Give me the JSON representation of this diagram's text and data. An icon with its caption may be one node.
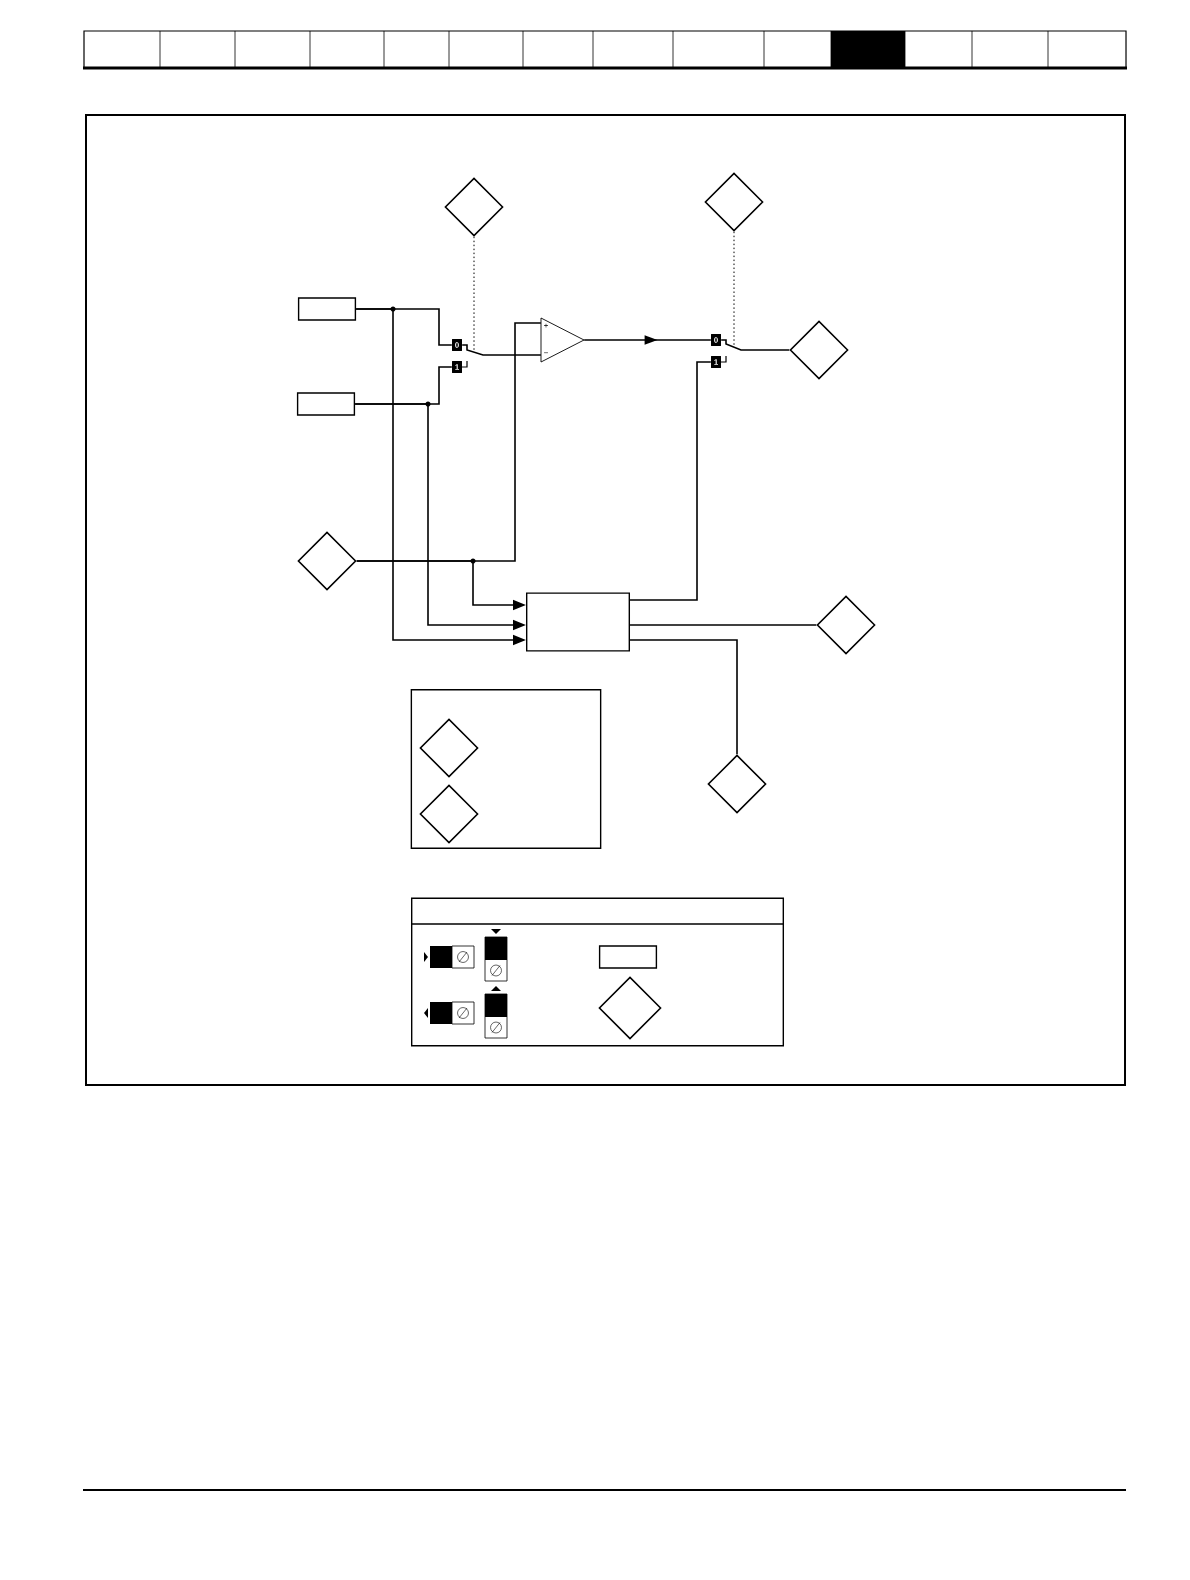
{
  "diagram": {
    "nodes": [
      {
        "text": [],
        "shape": "diamond"
      },
      {
        "text": [],
        "shape": "diamond"
      },
      {
        "text": [],
        "shape": "box"
      },
      {
        "text": [],
        "shape": "box"
      },
      {
        "text": [
          "0"
        ]
      },
      {
        "text": [
          "1"
        ]
      },
      {
        "text": [
          "+",
          "−"
        ]
      },
      {
        "text": [
          "0"
        ]
      },
      {
        "text": [
          "1"
        ]
      },
      {
        "text": [],
        "shape": "diamond"
      },
      {
        "text": [],
        "shape": "diamond"
      },
      {
        "text": [],
        "shape": "box"
      },
      {
        "text": [],
        "shape": "diamond"
      },
      {
        "text": [],
        "shape": "diamond"
      },
      {
        "text": [],
        "shape": "box"
      },
      {
        "text": [],
        "shape": "diamond",
        "in": 14
      },
      {
        "text": [],
        "shape": "diamond",
        "in": 14
      },
      {
        "text": [],
        "shape": "box"
      },
      {
        "text": [],
        "shape": "box",
        "in": 17
      },
      {
        "text": [],
        "shape": "diamond",
        "in": 17
      }
    ],
    "edges": [
      {
        "from": 0,
        "to": 4,
        "arrow": "none",
        "style": "dashed"
      },
      {
        "from": 1,
        "to": 7,
        "arrow": "none",
        "style": "dashed"
      },
      {
        "from": 2,
        "to": 4,
        "arrow": "none"
      },
      {
        "from": 3,
        "to": 5,
        "arrow": "none"
      },
      {
        "from": 4,
        "to": 6,
        "arrow": "none"
      },
      {
        "from": 10,
        "to": 6,
        "arrow": "none"
      },
      {
        "from": 6,
        "to": 7,
        "arrow": "to"
      },
      {
        "from": 7,
        "to": 9,
        "arrow": "none"
      },
      {
        "from": 11,
        "to": 8,
        "arrow": "none"
      },
      {
        "from": 10,
        "to": 11,
        "arrow": "to"
      },
      {
        "from": 3,
        "to": 11,
        "arrow": "to"
      },
      {
        "from": 2,
        "to": 11,
        "arrow": "to"
      },
      {
        "from": 11,
        "to": 12,
        "arrow": "none"
      },
      {
        "from": 11,
        "to": 13,
        "arrow": "none"
      }
    ]
  }
}
